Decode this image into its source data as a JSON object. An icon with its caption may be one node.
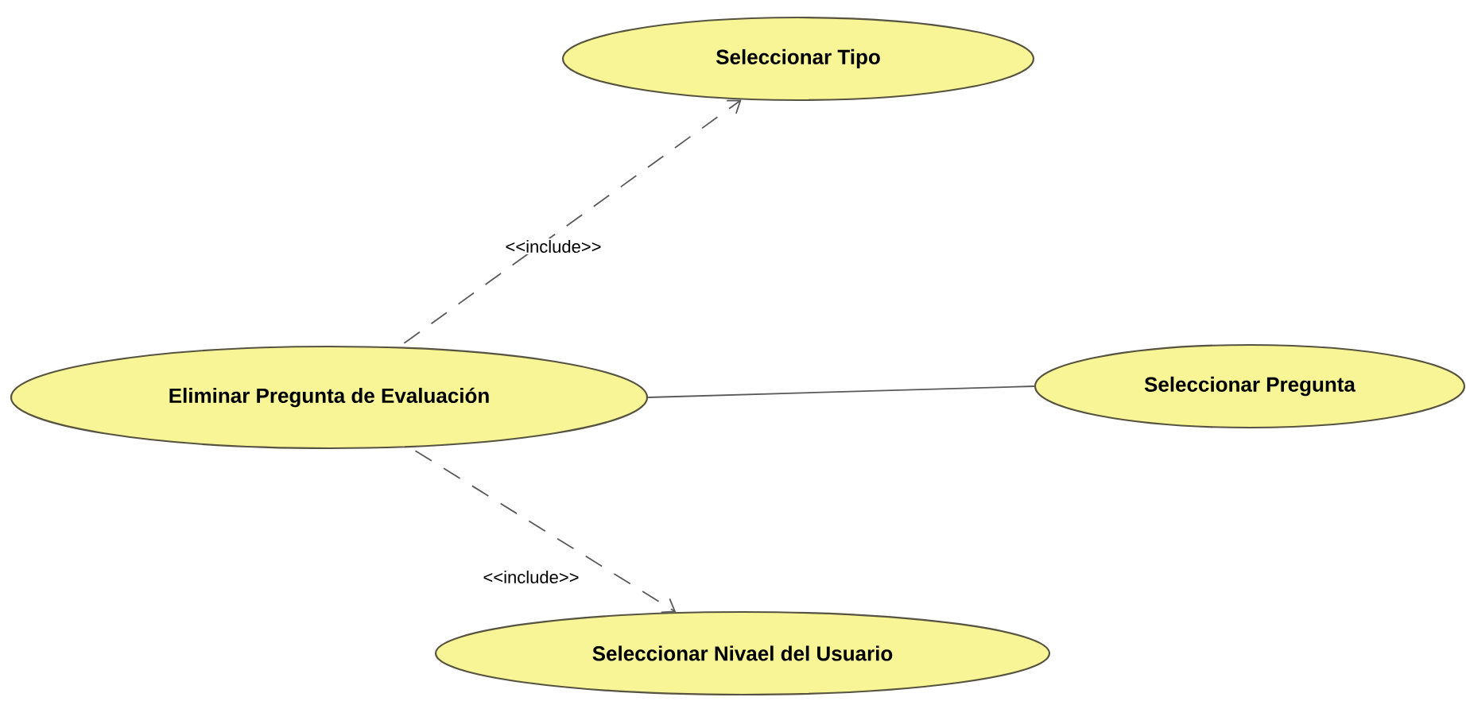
{
  "diagram": {
    "nodes": [
      {
        "text": [
          "Eliminar Pregunta de Evaluación"
        ]
      },
      {
        "text": [
          "Seleccionar Tipo"
        ]
      },
      {
        "text": [
          "Seleccionar Pregunta"
        ]
      },
      {
        "text": [
          "Seleccionar Nivael del Usuario"
        ]
      }
    ],
    "edges": [
      {
        "from": 0,
        "to": 1,
        "arrow": "to",
        "style": "dashed",
        "label": "<<include>>"
      },
      {
        "from": 0,
        "to": 2,
        "arrow": "none"
      },
      {
        "from": 0,
        "to": 3,
        "arrow": "to",
        "style": "dashed",
        "label": "<<include>>"
      }
    ]
  }
}
